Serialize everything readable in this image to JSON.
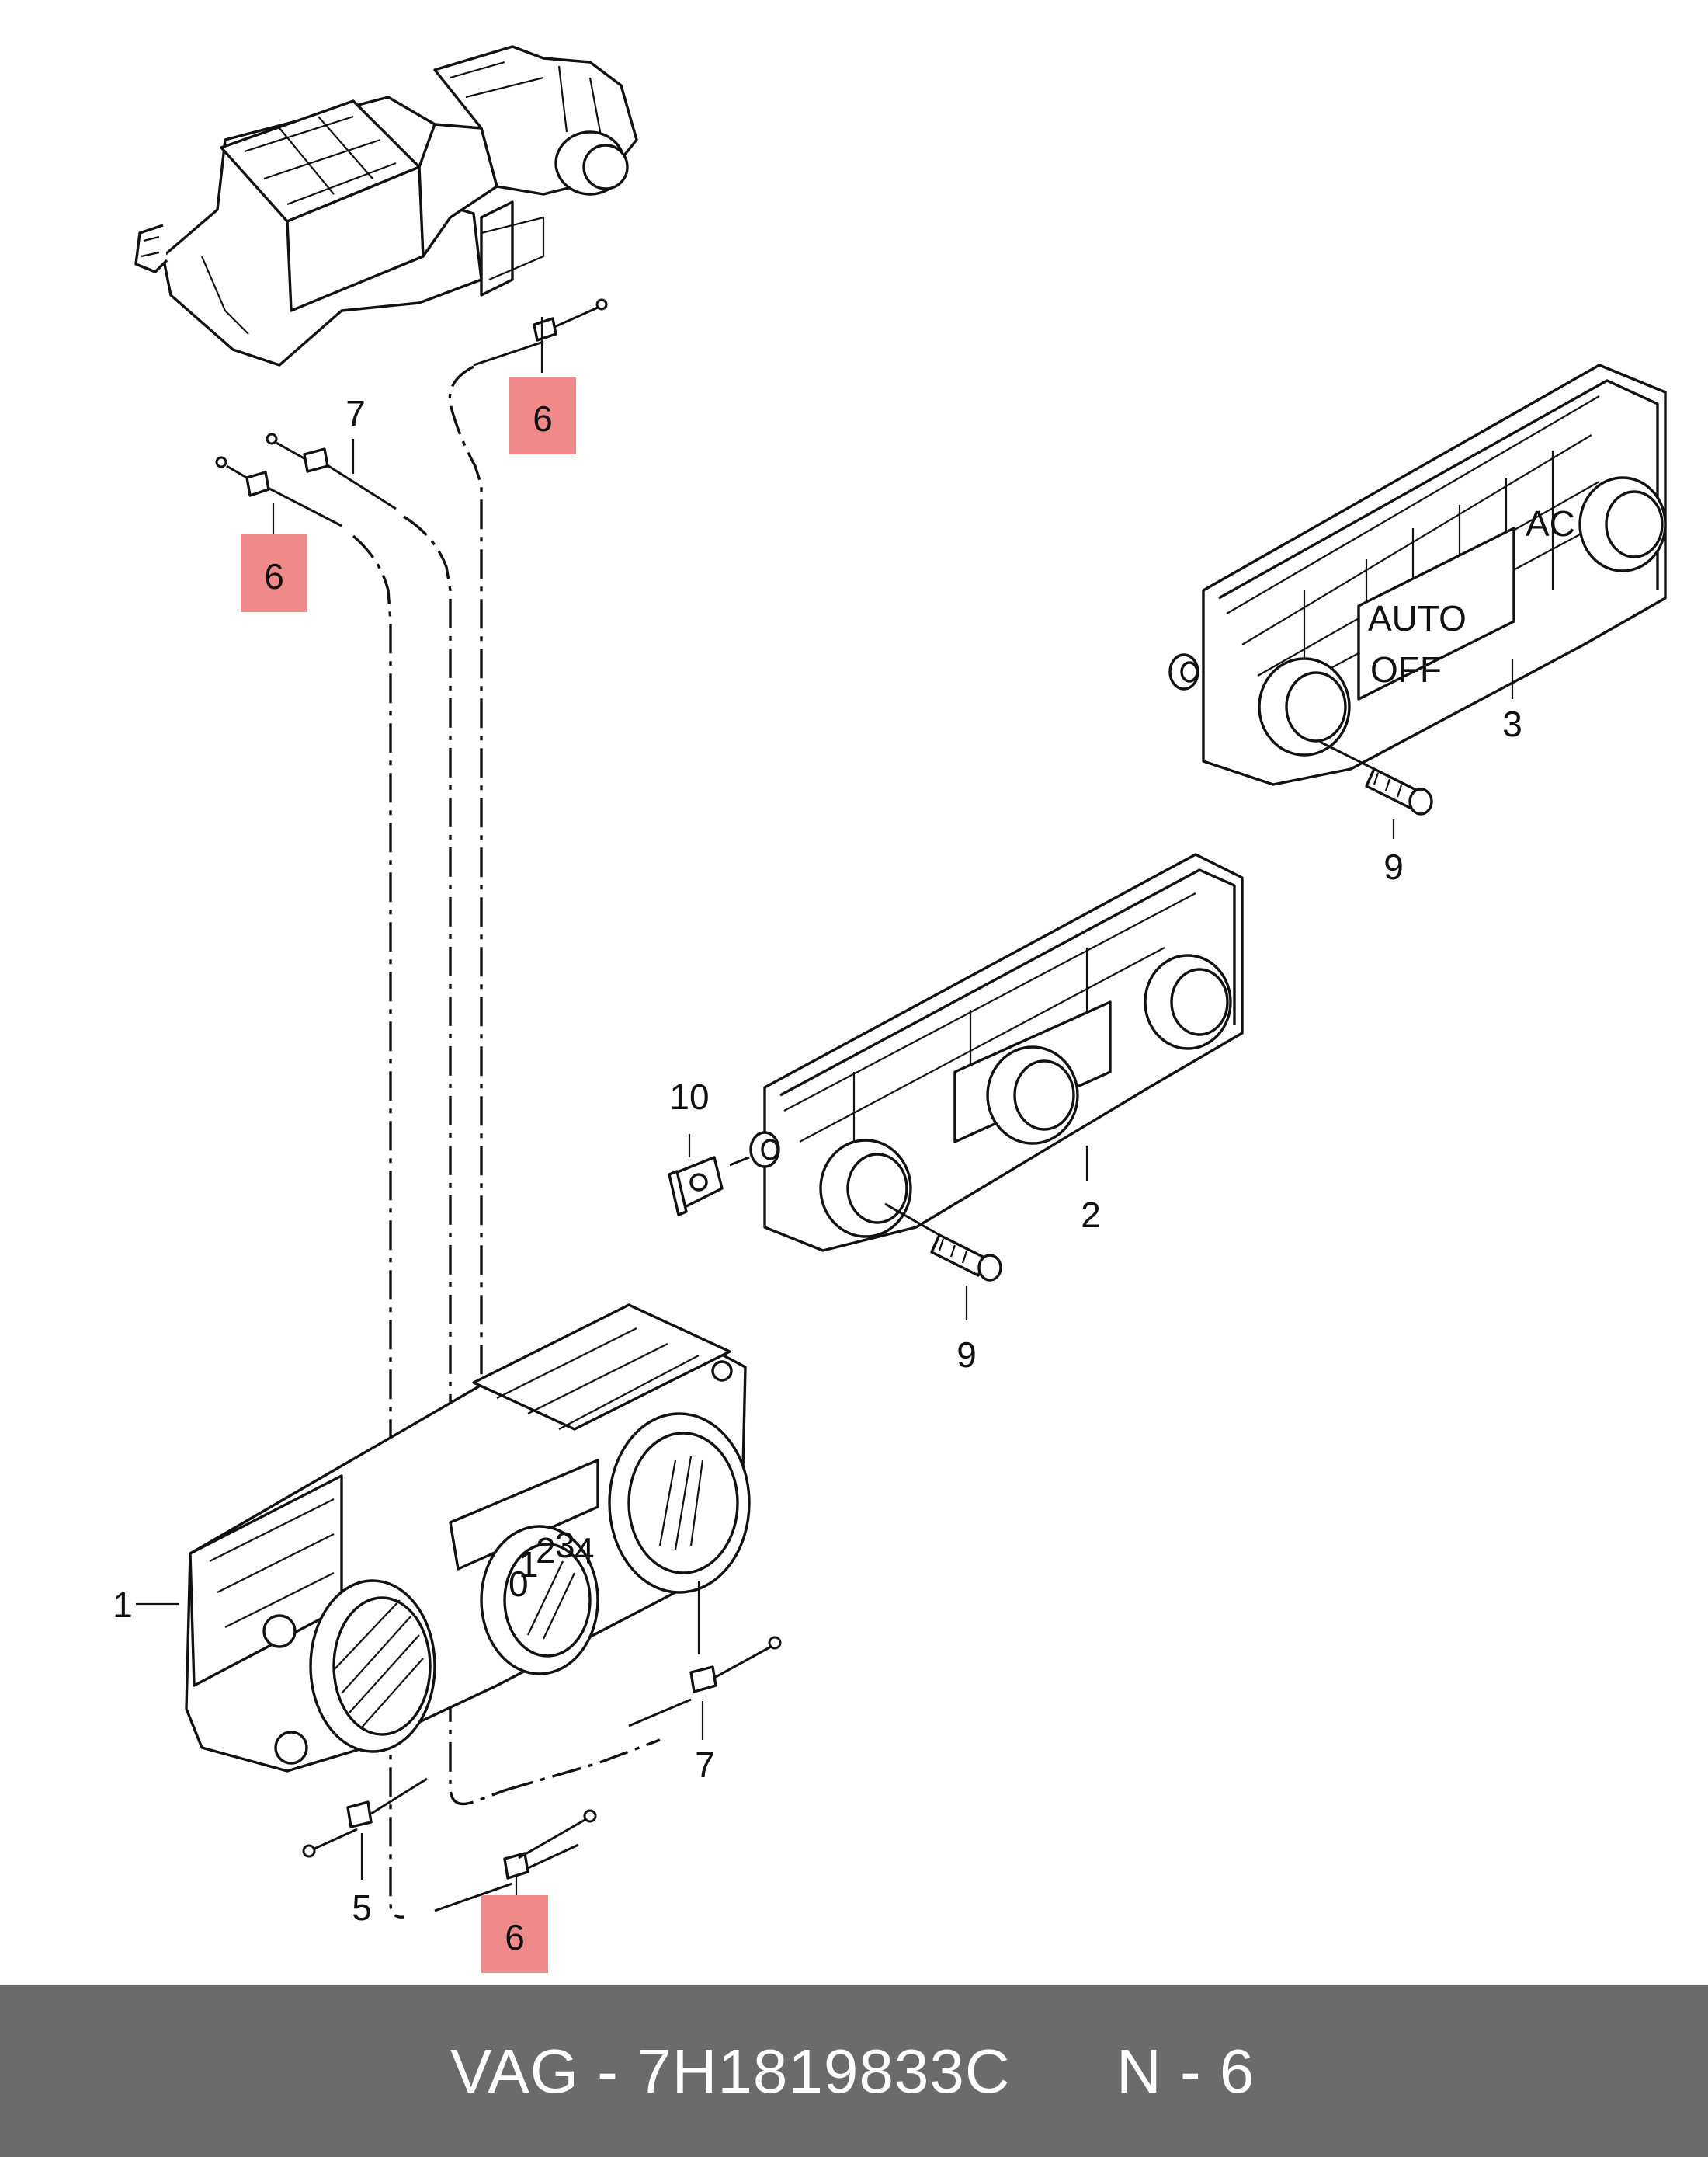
{
  "diagram": {
    "callouts": [
      {
        "id": "c1",
        "label": "1",
        "highlighted": false
      },
      {
        "id": "c2",
        "label": "2",
        "highlighted": false
      },
      {
        "id": "c3",
        "label": "3",
        "highlighted": false
      },
      {
        "id": "c5",
        "label": "5",
        "highlighted": false
      },
      {
        "id": "c6a",
        "label": "6",
        "highlighted": true
      },
      {
        "id": "c6b",
        "label": "6",
        "highlighted": true
      },
      {
        "id": "c6c",
        "label": "6",
        "highlighted": true
      },
      {
        "id": "c7a",
        "label": "7",
        "highlighted": false
      },
      {
        "id": "c7b",
        "label": "7",
        "highlighted": false
      },
      {
        "id": "c9a",
        "label": "9",
        "highlighted": false
      },
      {
        "id": "c9b",
        "label": "9",
        "highlighted": false
      },
      {
        "id": "c10",
        "label": "10",
        "highlighted": false
      }
    ],
    "panel_buttons": {
      "auto": "AUTO",
      "off": "OFF",
      "ac": "AC"
    },
    "fan_dial_marks": [
      "0",
      "1",
      "2",
      "3",
      "4"
    ],
    "highlight_color": "#f08a8a"
  },
  "footer": {
    "part_text": "VAG - 7H1819833C",
    "page_text": "N - 6",
    "background_color": "#6b6b6b"
  }
}
